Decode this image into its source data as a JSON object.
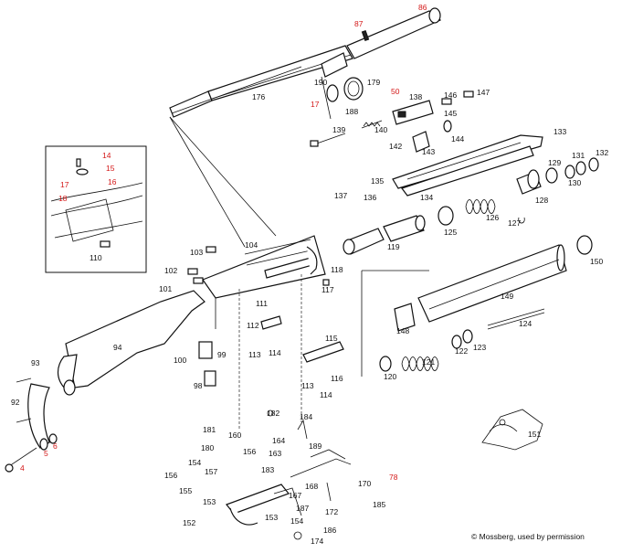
{
  "labels": {
    "p86": "86",
    "p87": "87",
    "p176": "176",
    "p190": "190",
    "p179": "179",
    "p17a": "17",
    "p188": "188",
    "p50": "50",
    "p138": "138",
    "p146": "146",
    "p147": "147",
    "p145": "145",
    "p139": "139",
    "p140": "140",
    "p144": "144",
    "p142": "142",
    "p143": "143",
    "p133": "133",
    "p131": "131",
    "p132": "132",
    "p129": "129",
    "p130": "130",
    "p135": "135",
    "p137": "137",
    "p136": "136",
    "p134": "134",
    "p128": "128",
    "p126": "126",
    "p127": "127",
    "p125": "125",
    "p119": "119",
    "p14": "14",
    "p15": "15",
    "p16": "16",
    "p17b": "17",
    "p18": "18",
    "p110": "110",
    "p103": "103",
    "p104": "104",
    "p118": "118",
    "p150": "150",
    "p102": "102",
    "p101": "101",
    "p117": "117",
    "p149": "149",
    "p111": "111",
    "p112": "112",
    "p124": "124",
    "p148": "148",
    "p94": "94",
    "p115": "115",
    "p113a": "113",
    "p114a": "114",
    "p99": "99",
    "p100": "100",
    "p122": "122",
    "p123": "123",
    "p93": "93",
    "p121": "121",
    "p120": "120",
    "p98": "98",
    "p116": "116",
    "p92": "92",
    "p113b": "113",
    "p114b": "114",
    "p182": "182",
    "p184": "184",
    "p181": "181",
    "p160": "160",
    "p164": "164",
    "p6": "6",
    "p151": "151",
    "p180": "180",
    "p156a": "156",
    "p163": "163",
    "p189": "189",
    "p5": "5",
    "p4": "4",
    "p154a": "154",
    "p157": "157",
    "p183": "183",
    "p156b": "156",
    "p78": "78",
    "p155": "155",
    "p168": "168",
    "p170": "170",
    "p153a": "153",
    "p167": "167",
    "p187": "187",
    "p172": "172",
    "p185": "185",
    "p152": "152",
    "p153b": "153",
    "p154b": "154",
    "p186": "186",
    "p174": "174"
  },
  "credit": "© Mossberg, used by permission",
  "colors": {
    "highlight": "#d41818",
    "line": "#111111"
  }
}
